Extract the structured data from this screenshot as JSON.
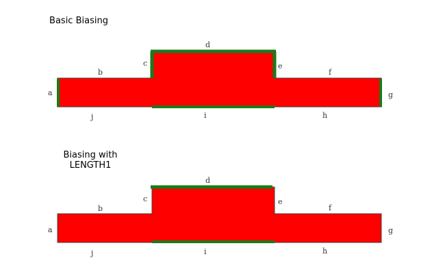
{
  "diagrams": [
    {
      "title_lines": [
        "Basic Biasing"
      ],
      "labels": {
        "a": "a",
        "b": "b",
        "c": "c",
        "d": "d",
        "e": "e",
        "f": "f",
        "g": "g",
        "h": "h",
        "i": "i",
        "j": "j"
      }
    },
    {
      "title_lines": [
        "Biasing with",
        "LENGTH1"
      ],
      "labels": {
        "a": "a",
        "b": "b",
        "c": "c",
        "d": "d",
        "e": "e",
        "f": "f",
        "g": "g",
        "h": "h",
        "i": "i",
        "j": "j"
      }
    }
  ],
  "colors": {
    "fill": "#ff0000",
    "edge": "#444444",
    "biased_edge": "#1a7a1a"
  }
}
